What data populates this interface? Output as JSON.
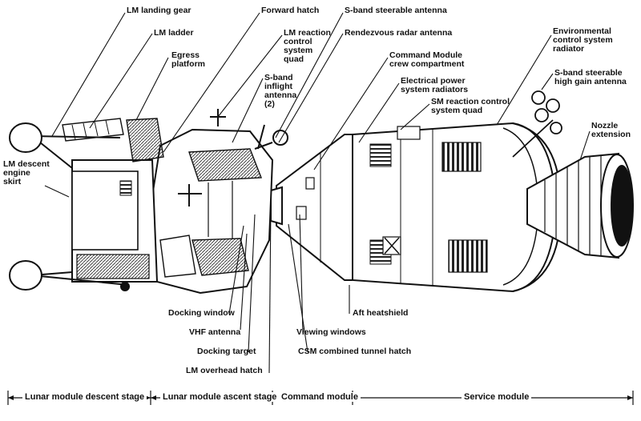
{
  "labels": {
    "lm_landing_gear": "LM landing gear",
    "forward_hatch": "Forward hatch",
    "s_band_steerable_antenna": "S-band steerable antenna",
    "lm_ladder": "LM ladder",
    "lm_reaction_control_system_quad": "LM reaction\ncontrol\nsystem\nquad",
    "rendezvous_radar_antenna": "Rendezvous radar antenna",
    "environmental_control_system_radiator": "Environmental\ncontrol system\nradiator",
    "egress_platform": "Egress\nplatform",
    "command_module_crew_compartment": "Command Module\ncrew compartment",
    "s_band_inflight_antenna": "S-band\ninflight\nantenna\n(2)",
    "electrical_power_system_radiators": "Electrical power\nsystem radiators",
    "s_band_steerable_high_gain_antenna": "S-band steerable\nhigh gain antenna",
    "sm_reaction_control_system_quad": "SM reaction control\nsystem quad",
    "nozzle_extension": "Nozzle\nextension",
    "lm_descent_engine_skirt": "LM descent\nengine\nskirt",
    "aft_heatshield": "Aft heatshield",
    "docking_window": "Docking window",
    "viewing_windows": "Viewing windows",
    "vhf_antenna": "VHF antenna",
    "docking_target": "Docking target",
    "csm_combined_tunnel_hatch": "CSM combined tunnel hatch",
    "lm_overhead_hatch": "LM overhead hatch"
  },
  "stages": {
    "lunar_module_descent_stage": "Lunar module descent stage",
    "lunar_module_ascent_stage": "Lunar module ascent stage",
    "command_module": "Command module",
    "service_module": "Service module"
  }
}
